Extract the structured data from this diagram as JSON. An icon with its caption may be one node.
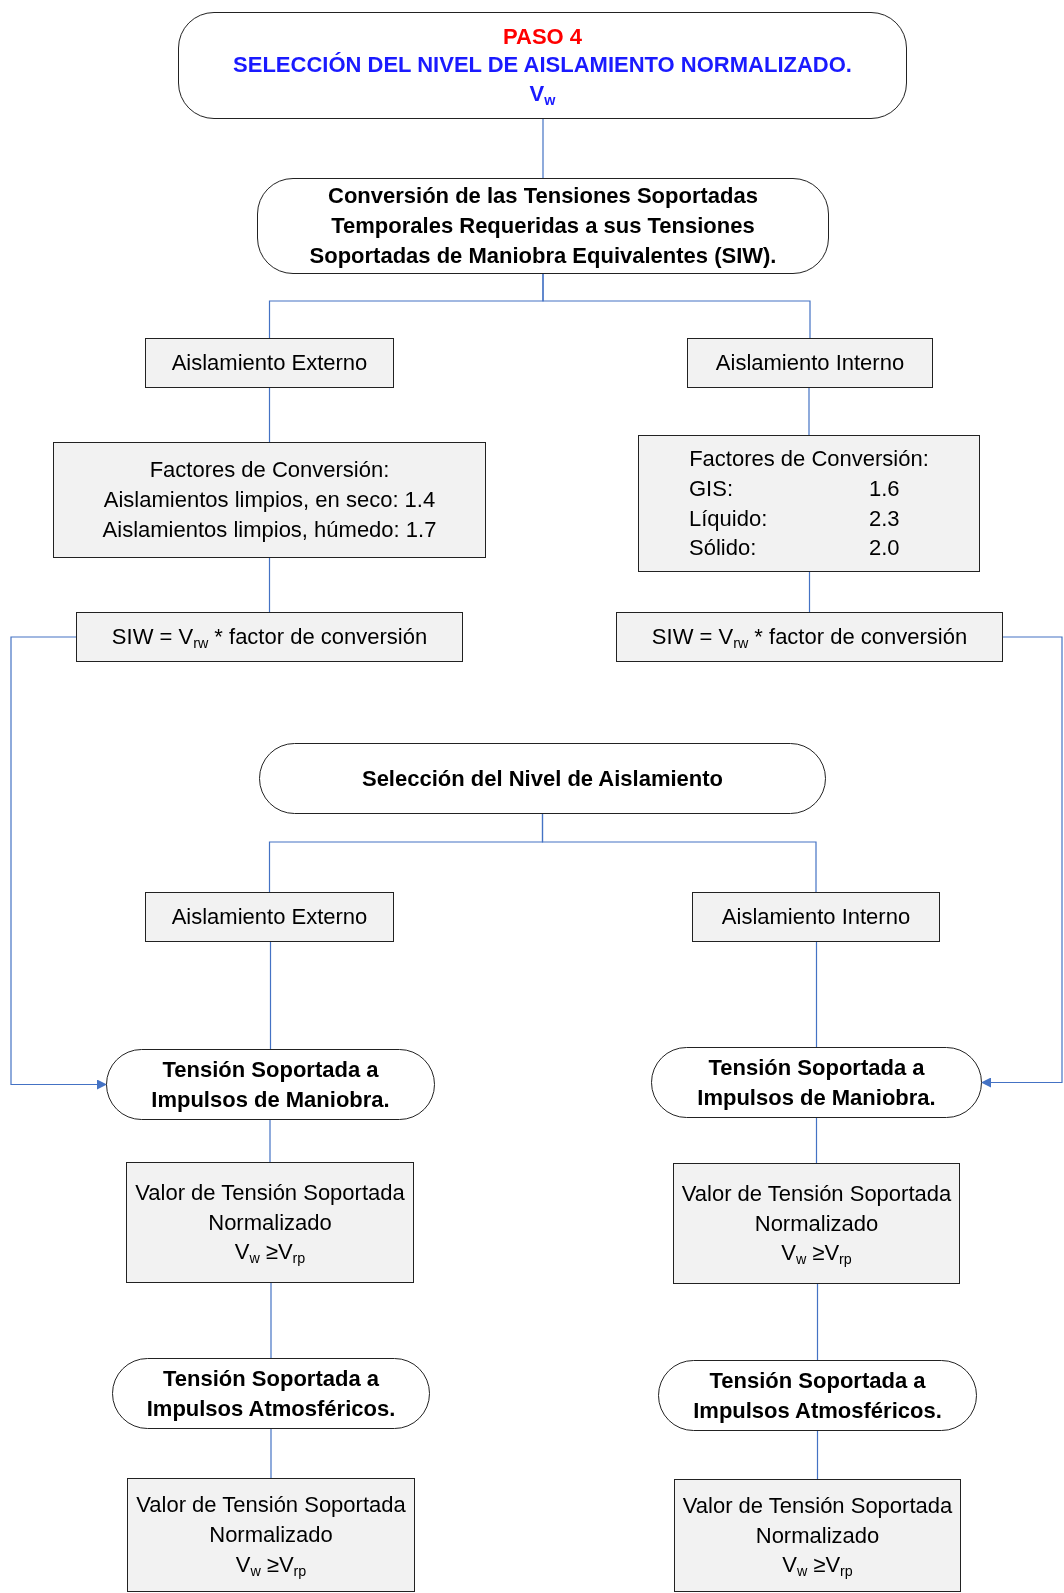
{
  "diagram": {
    "nodes": [
      {
        "text": [
          "PASO 4",
          "SELECCIÓN DEL NIVEL DE AISLAMIENTO NORMALIZADO.",
          "V$_{w}$"
        ]
      },
      {
        "text": [
          "Conversión de las Tensiones Soportadas Temporales Requeridas a sus Tensiones Soportadas de Maniobra Equivalentes (SIW)."
        ]
      },
      {
        "text": [
          "Aislamiento Externo"
        ]
      },
      {
        "text": [
          "Aislamiento Interno"
        ]
      },
      {
        "text": [
          "Factores de Conversión:",
          "Aislamientos limpios, en seco: 1.4",
          "Aislamientos limpios, húmedo: 1.7"
        ]
      },
      {
        "text": [
          "Factores de Conversión:",
          "GIS:",
          "1.6",
          "Líquido:",
          "2.3",
          "Sólido:",
          "2.0"
        ]
      },
      {
        "text": [
          "SIW = V$_{rw}$ * factor de conversión"
        ]
      },
      {
        "text": [
          "SIW = V$_{rw}$ * factor de conversión"
        ]
      },
      {
        "text": [
          "Selección del Nivel de Aislamiento"
        ]
      },
      {
        "text": [
          "Aislamiento Externo"
        ]
      },
      {
        "text": [
          "Aislamiento Interno"
        ]
      },
      {
        "text": [
          "Tensión Soportada a Impulsos de Maniobra."
        ]
      },
      {
        "text": [
          "Tensión Soportada a Impulsos de Maniobra."
        ]
      },
      {
        "text": [
          "Valor de Tensión Soportada Normalizado",
          "V$_{w}$ ≥V$_{rp}$"
        ]
      },
      {
        "text": [
          "Valor de Tensión Soportada Normalizado",
          "V$_{w}$ ≥V$_{rp}$"
        ]
      },
      {
        "text": [
          "Tensión Soportada a Impulsos Atmosféricos."
        ]
      },
      {
        "text": [
          "Tensión Soportada a Impulsos Atmosféricos."
        ]
      },
      {
        "text": [
          "Valor de Tensión Soportada Normalizado",
          "V$_{w}$ ≥V$_{rp}$"
        ]
      },
      {
        "text": [
          "Valor de Tensión Soportada Normalizado",
          "V$_{w}$ ≥V$_{rp}$"
        ]
      }
    ],
    "edges": [
      {
        "from": 0,
        "to": 1,
        "arrow": "none"
      },
      {
        "from": 1,
        "to": 2,
        "arrow": "none"
      },
      {
        "from": 1,
        "to": 3,
        "arrow": "none"
      },
      {
        "from": 2,
        "to": 4,
        "arrow": "none"
      },
      {
        "from": 3,
        "to": 5,
        "arrow": "none"
      },
      {
        "from": 4,
        "to": 6,
        "arrow": "none"
      },
      {
        "from": 5,
        "to": 7,
        "arrow": "none"
      },
      {
        "from": 8,
        "to": 9,
        "arrow": "none"
      },
      {
        "from": 8,
        "to": 10,
        "arrow": "none"
      },
      {
        "from": 9,
        "to": 11,
        "arrow": "none"
      },
      {
        "from": 10,
        "to": 12,
        "arrow": "none"
      },
      {
        "from": 11,
        "to": 13,
        "arrow": "none"
      },
      {
        "from": 12,
        "to": 14,
        "arrow": "none"
      },
      {
        "from": 13,
        "to": 15,
        "arrow": "none"
      },
      {
        "from": 14,
        "to": 16,
        "arrow": "none"
      },
      {
        "from": 15,
        "to": 17,
        "arrow": "none"
      },
      {
        "from": 16,
        "to": 18,
        "arrow": "none"
      },
      {
        "from": 6,
        "to": 11,
        "arrow": "to"
      },
      {
        "from": 7,
        "to": 12,
        "arrow": "to"
      }
    ]
  }
}
